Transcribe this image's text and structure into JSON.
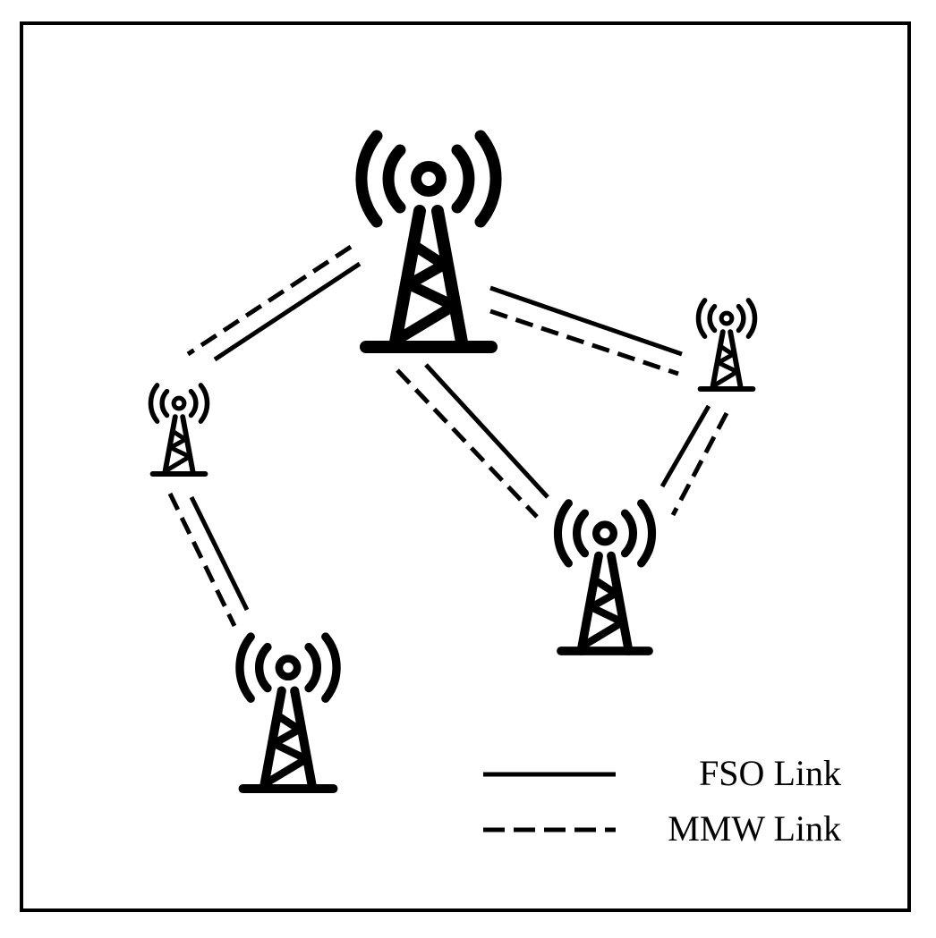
{
  "legend": {
    "fso_label": "FSO Link",
    "mmw_label": "MMW Link"
  },
  "colors": {
    "ink": "#000000",
    "background": "#ffffff"
  },
  "nodes": [
    {
      "id": "tower-top",
      "icon": "radio-tower-icon"
    },
    {
      "id": "tower-right",
      "icon": "radio-tower-icon"
    },
    {
      "id": "tower-left",
      "icon": "radio-tower-icon"
    },
    {
      "id": "tower-center-right",
      "icon": "radio-tower-icon"
    },
    {
      "id": "tower-bottom-left",
      "icon": "radio-tower-icon"
    }
  ],
  "links": [
    {
      "from": "tower-top",
      "to": "tower-left",
      "types": [
        "FSO",
        "MMW"
      ]
    },
    {
      "from": "tower-top",
      "to": "tower-right",
      "types": [
        "FSO",
        "MMW"
      ]
    },
    {
      "from": "tower-top",
      "to": "tower-center-right",
      "types": [
        "FSO",
        "MMW"
      ]
    },
    {
      "from": "tower-right",
      "to": "tower-center-right",
      "types": [
        "FSO",
        "MMW"
      ]
    },
    {
      "from": "tower-left",
      "to": "tower-bottom-left",
      "types": [
        "FSO",
        "MMW"
      ]
    }
  ]
}
